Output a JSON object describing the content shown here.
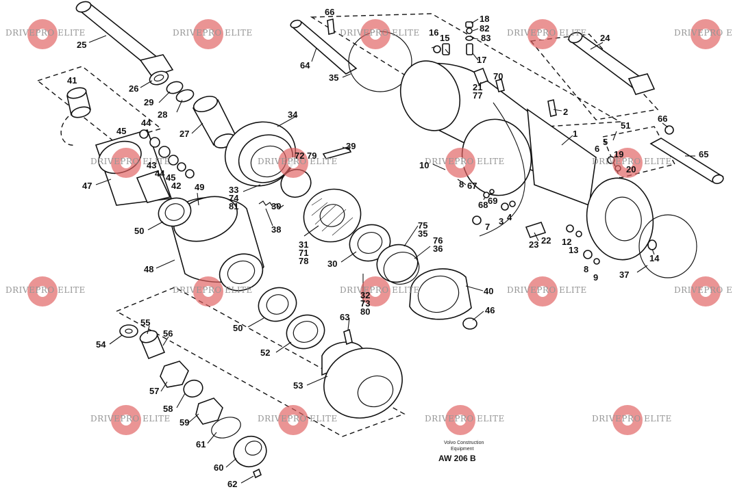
{
  "watermark": {
    "text": "DRIVEPRO ELITE",
    "color": "#e06060"
  },
  "credit": {
    "maker": "Volvo Construction",
    "equip": "Equipment",
    "code": "AW 206 B"
  },
  "callouts": [
    "25",
    "26",
    "29",
    "28",
    "27",
    "41",
    "45",
    "44",
    "43",
    "44",
    "45",
    "42",
    "47",
    "34",
    "39",
    "72",
    "79",
    "33",
    "74",
    "81",
    "30",
    "38",
    "49",
    "50",
    "48",
    "31",
    "71",
    "78",
    "30",
    "75",
    "35",
    "76",
    "36",
    "40",
    "46",
    "50",
    "52",
    "53",
    "63",
    "32",
    "73",
    "80",
    "54",
    "55",
    "56",
    "57",
    "58",
    "59",
    "61",
    "60",
    "62",
    "66",
    "64",
    "35",
    "16",
    "15",
    "18",
    "82",
    "83",
    "17",
    "70",
    "21",
    "77",
    "24",
    "2",
    "1",
    "10",
    "67",
    "8",
    "68",
    "69",
    "3",
    "4",
    "7",
    "23",
    "22",
    "12",
    "13",
    "8",
    "9",
    "51",
    "5",
    "6",
    "19",
    "20",
    "66",
    "65",
    "14",
    "37"
  ]
}
